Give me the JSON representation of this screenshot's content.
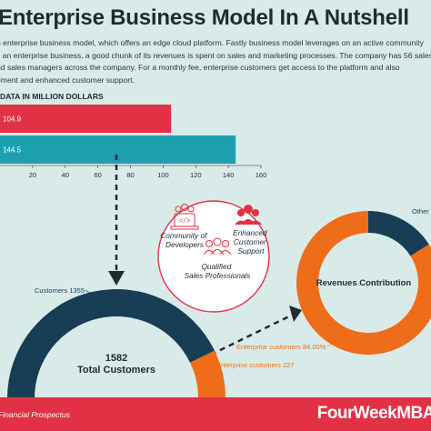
{
  "header": {
    "title": "Enterprise Business Model In A Nutshell"
  },
  "intro": {
    "lines": [
      "n enterprise business model, which offers an edge cloud platform. Fastly business model leverages on an active community",
      "s an enterprise business, a good chunk of its revenues is spent on sales and marketing processes. The company has 56 sales",
      "nd sales managers across the company. For a monthly fee, enterprise customers get access to the platform and also",
      "ement and enhanced customer support."
    ]
  },
  "section_label": "DATA IN MILLION DOLLARS",
  "circle_labels": {
    "developers": "Community of Developers",
    "support": "Enhanced Customer Support",
    "sales": "Qualified Sales Professionals"
  },
  "colors": {
    "red": "#e23145",
    "teal": "#1d9fb0",
    "navy": "#173e55",
    "orange": "#ef6d19",
    "background": "#d9ebe8"
  },
  "chart_data": [
    {
      "type": "bar",
      "orientation": "horizontal",
      "title": "DATA IN MILLION DOLLARS",
      "series": [
        {
          "label": "104.9",
          "value": 104.9,
          "color": "#e23145"
        },
        {
          "label": "144.5",
          "value": 144.5,
          "color": "#1d9fb0"
        }
      ],
      "xlim": [
        0,
        160
      ],
      "xticks": [
        "20",
        "40",
        "60",
        "80",
        "100",
        "120",
        "140",
        "160"
      ],
      "tick_values": [
        20,
        40,
        60,
        80,
        100,
        120,
        140,
        160
      ]
    },
    {
      "type": "pie",
      "variant": "half-donut",
      "center_value": "1582",
      "center_label": "Total Customers",
      "slices": [
        {
          "label": "Customers 1355",
          "value": 1355,
          "color": "#173e55"
        },
        {
          "label": "Enterprise customers 227",
          "value": 227,
          "color": "#ef6d19"
        }
      ]
    },
    {
      "type": "pie",
      "variant": "donut",
      "title": "Revenues Contribution",
      "slices": [
        {
          "label": "Enterprise customers 84.00%",
          "value": 84.0,
          "color": "#ef6d19"
        },
        {
          "label": "Other",
          "value": 16.0,
          "color": "#173e55"
        }
      ]
    }
  ],
  "footer": {
    "source": "Financial Prospectus",
    "brand": "FourWeekMBA"
  }
}
